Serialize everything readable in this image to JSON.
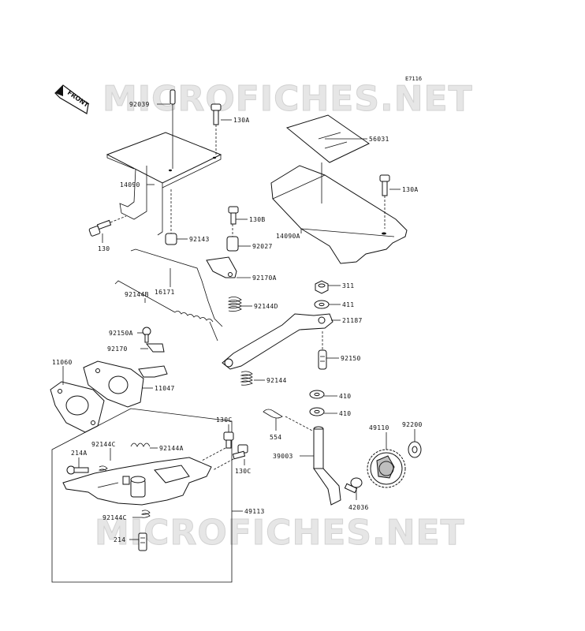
{
  "ref_code": "E7116",
  "watermark": "MICROFICHES.NET",
  "front_label": "FRONT",
  "labels": {
    "p92039": "92039",
    "p130A_top": "130A",
    "p56031": "56031",
    "p14090": "14090",
    "p130A_right": "130A",
    "p130": "130",
    "p92143": "92143",
    "p130B": "130B",
    "p14090A": "14090A",
    "p92027": "92027",
    "p16171": "16171",
    "p92170A": "92170A",
    "p311": "311",
    "p92144B": "92144B",
    "p92144D": "92144D",
    "p411": "411",
    "p21187": "21187",
    "p92150A": "92150A",
    "p92170": "92170",
    "p92150": "92150",
    "p11060": "11060",
    "p92144": "92144",
    "p11047": "11047",
    "p410a": "410",
    "p410b": "410",
    "p130C_a": "130C",
    "p92144C_top": "92144C",
    "p92144A": "92144A",
    "p554": "554",
    "p49110": "49110",
    "p92200": "92200",
    "p214A": "214A",
    "p39003": "39003",
    "p130C_b": "130C",
    "p42036": "42036",
    "p49113": "49113",
    "p92144C_bot": "92144C",
    "p214": "214"
  }
}
